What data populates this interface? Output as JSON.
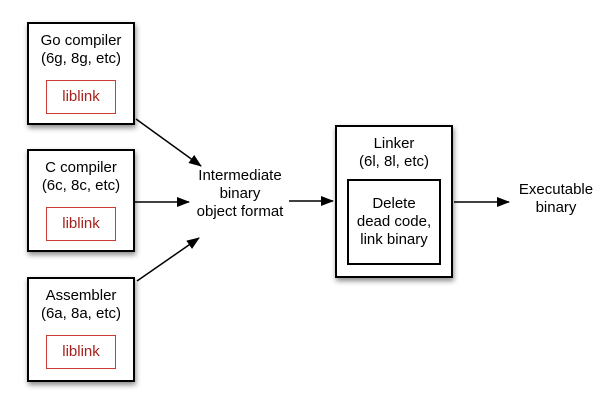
{
  "diagram": {
    "colors": {
      "background": "#ffffff",
      "box_border": "#000000",
      "text": "#000000",
      "liblink_border": "#cc3b33",
      "liblink_text": "#a6201c"
    },
    "nodes": {
      "go_compiler": {
        "title": "Go compiler",
        "subtitle": "(6g, 8g, etc)",
        "inner_label": "liblink"
      },
      "c_compiler": {
        "title": "C compiler",
        "subtitle": "(6c, 8c, etc)",
        "inner_label": "liblink"
      },
      "assembler": {
        "title": "Assembler",
        "subtitle": "(6a, 8a, etc)",
        "inner_label": "liblink"
      },
      "linker": {
        "title": "Linker",
        "subtitle": "(6l, 8l, etc)",
        "inner_lines": [
          "Delete",
          "dead code,",
          "link binary"
        ]
      }
    },
    "labels": {
      "intermediate": {
        "lines": [
          "Intermediate",
          "binary",
          "object format"
        ]
      },
      "executable": {
        "lines": [
          "Executable",
          "binary"
        ]
      }
    }
  }
}
